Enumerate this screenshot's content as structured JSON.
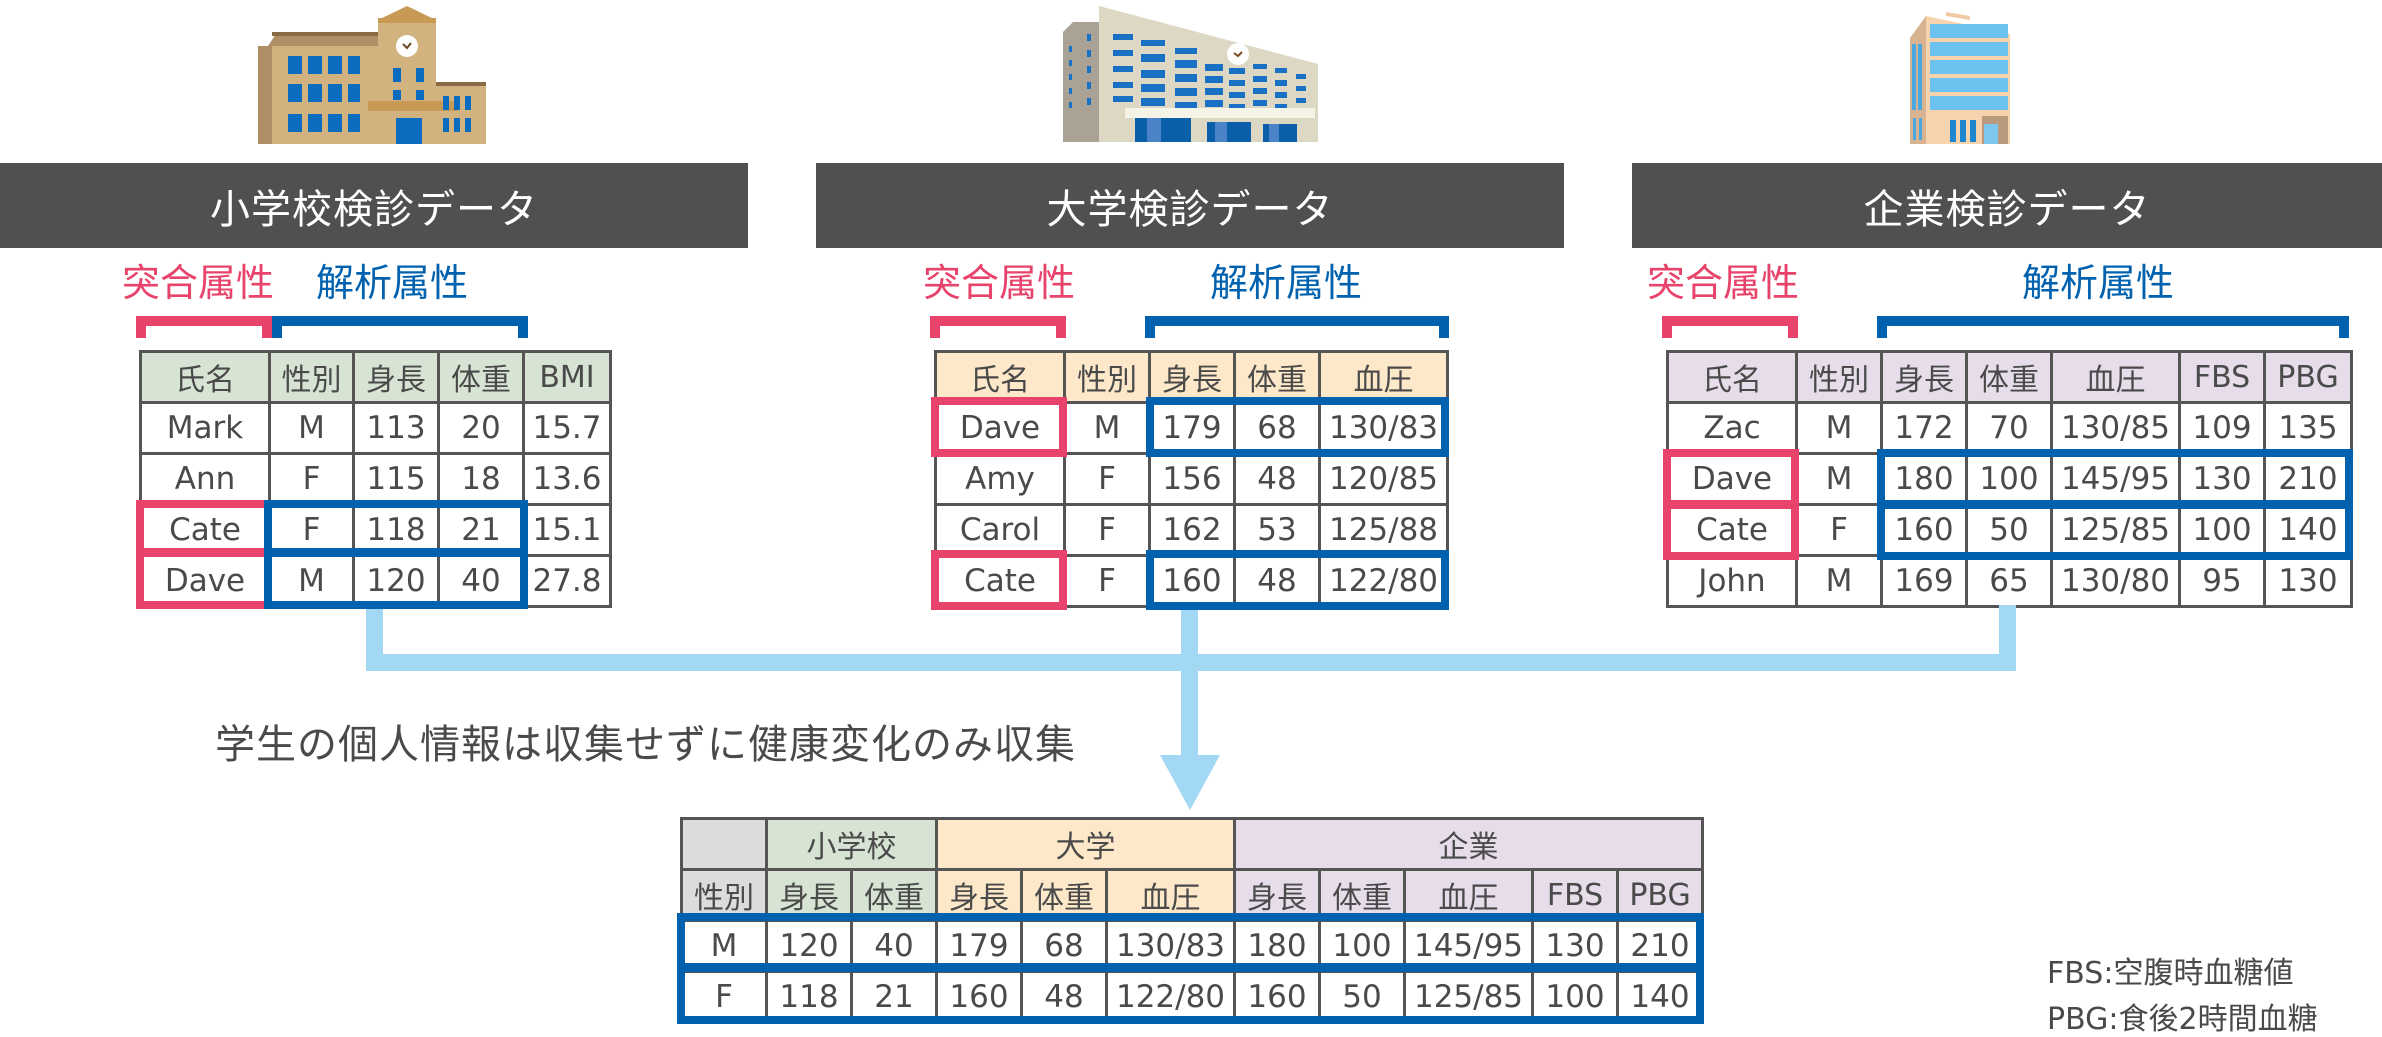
{
  "sections": [
    {
      "title": "小学校検診データ",
      "key_label": "突合属性",
      "analysis_label": "解析属性",
      "icon": "school-building-icon",
      "columns": [
        "氏名",
        "性別",
        "身長",
        "体重",
        "BMI"
      ],
      "rows": [
        [
          "Mark",
          "M",
          "113",
          "20",
          "15.7"
        ],
        [
          "Ann",
          "F",
          "115",
          "18",
          "13.6"
        ],
        [
          "Cate",
          "F",
          "118",
          "21",
          "15.1"
        ],
        [
          "Dave",
          "M",
          "120",
          "40",
          "27.8"
        ]
      ],
      "highlighted_rows": [
        "Cate",
        "Dave"
      ]
    },
    {
      "title": "大学検診データ",
      "key_label": "突合属性",
      "analysis_label": "解析属性",
      "icon": "university-building-icon",
      "columns": [
        "氏名",
        "性別",
        "身長",
        "体重",
        "血圧"
      ],
      "rows": [
        [
          "Dave",
          "M",
          "179",
          "68",
          "130/83"
        ],
        [
          "Amy",
          "F",
          "156",
          "48",
          "120/85"
        ],
        [
          "Carol",
          "F",
          "162",
          "53",
          "125/88"
        ],
        [
          "Cate",
          "F",
          "160",
          "48",
          "122/80"
        ]
      ],
      "highlighted_rows": [
        "Dave",
        "Cate"
      ]
    },
    {
      "title": "企業検診データ",
      "key_label": "突合属性",
      "analysis_label": "解析属性",
      "icon": "office-building-icon",
      "columns": [
        "氏名",
        "性別",
        "身長",
        "体重",
        "血圧",
        "FBS",
        "PBG"
      ],
      "rows": [
        [
          "Zac",
          "M",
          "172",
          "70",
          "130/85",
          "109",
          "135"
        ],
        [
          "Dave",
          "M",
          "180",
          "100",
          "145/95",
          "130",
          "210"
        ],
        [
          "Cate",
          "F",
          "160",
          "50",
          "125/85",
          "100",
          "140"
        ],
        [
          "John",
          "M",
          "169",
          "65",
          "130/80",
          "95",
          "130"
        ]
      ],
      "highlighted_rows": [
        "Dave",
        "Cate"
      ]
    }
  ],
  "caption": "学生の個人情報は収集せずに健康変化のみ収集",
  "merged": {
    "groups": [
      {
        "label": "",
        "span": 1
      },
      {
        "label": "小学校",
        "span": 2
      },
      {
        "label": "大学",
        "span": 3
      },
      {
        "label": "企業",
        "span": 5
      }
    ],
    "columns": [
      "性別",
      "身長",
      "体重",
      "身長",
      "体重",
      "血圧",
      "身長",
      "体重",
      "血圧",
      "FBS",
      "PBG"
    ],
    "rows": [
      [
        "M",
        "120",
        "40",
        "179",
        "68",
        "130/83",
        "180",
        "100",
        "145/95",
        "130",
        "210"
      ],
      [
        "F",
        "118",
        "21",
        "160",
        "48",
        "122/80",
        "160",
        "50",
        "125/85",
        "100",
        "140"
      ]
    ]
  },
  "notes": [
    "FBS:空腹時血糖値",
    "PBG:食後2時間血糖"
  ],
  "colors": {
    "header_bar": "#505050",
    "key_attribute": "#e8436a",
    "analysis_attribute": "#0062af",
    "connector": "#a3d8f5",
    "school_header": "#d7e4d4",
    "university_header": "#fde8c9",
    "company_header": "#e6dcea"
  }
}
